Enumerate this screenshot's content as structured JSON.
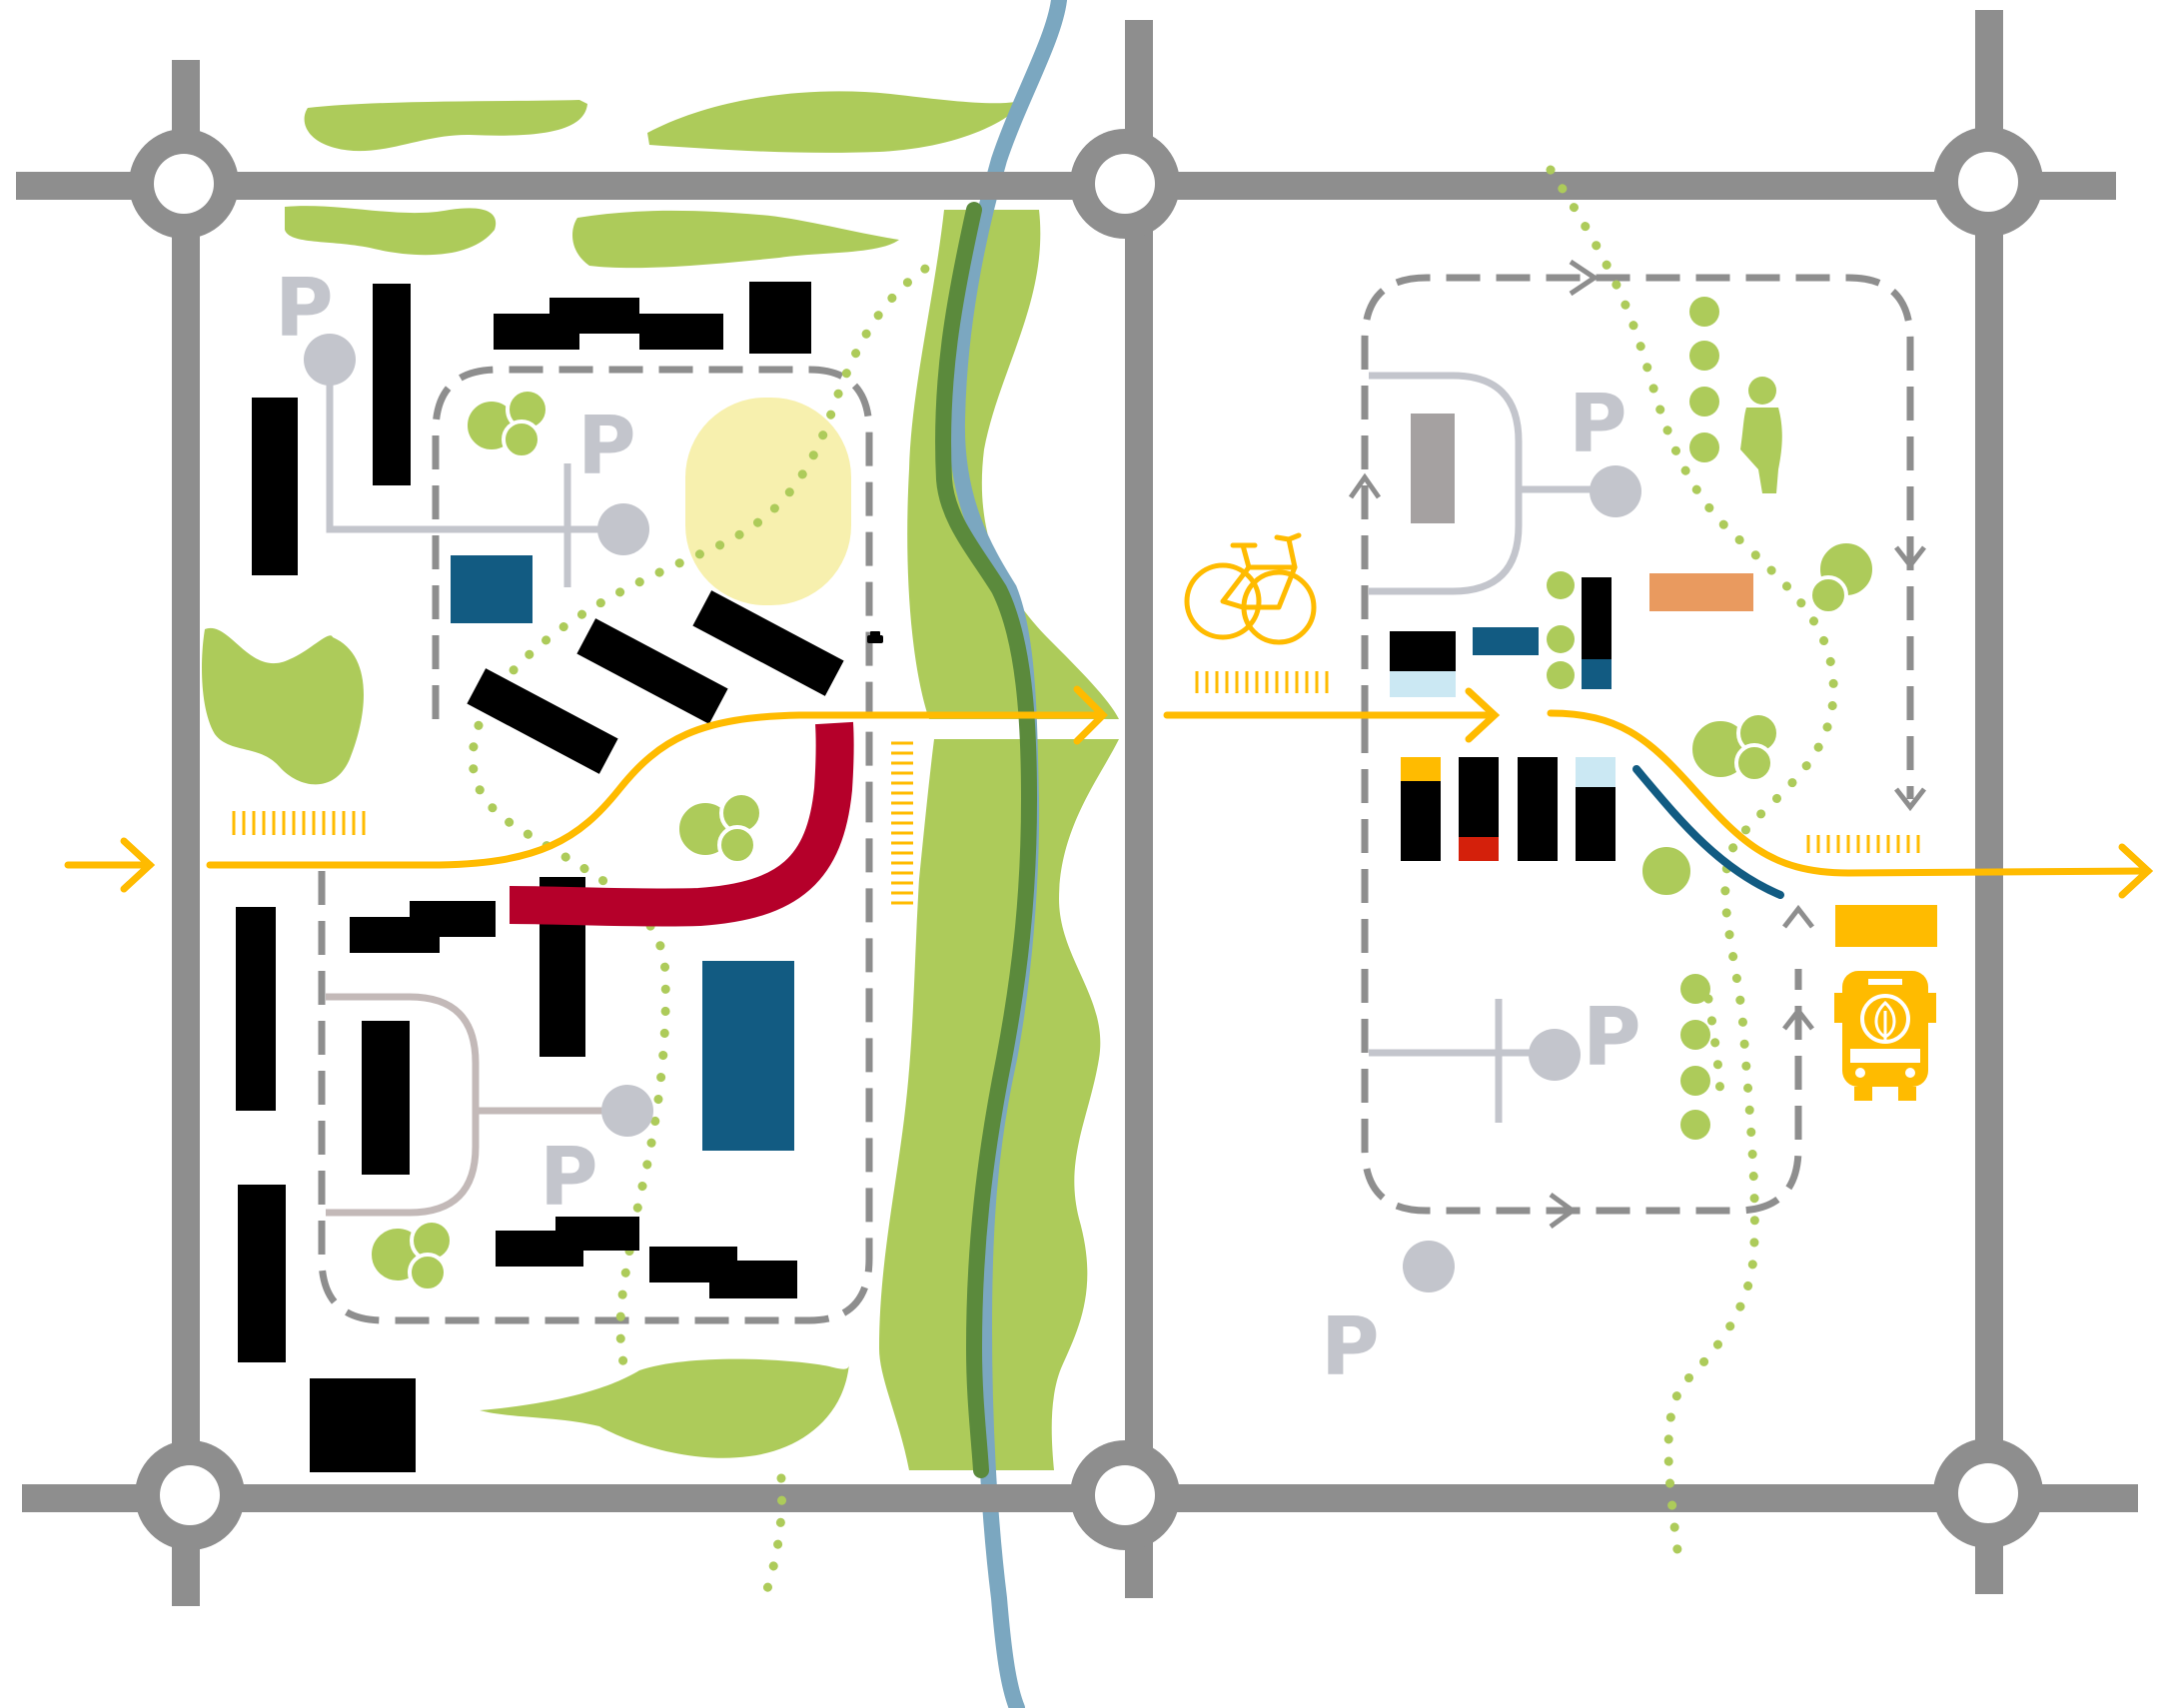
{
  "legend_glyphs": {
    "parking_label": "P"
  },
  "parking_labels": [
    {
      "id": "p1",
      "text": "P"
    },
    {
      "id": "p2",
      "text": "P"
    },
    {
      "id": "p3",
      "text": "P"
    },
    {
      "id": "p4",
      "text": "P"
    },
    {
      "id": "p5",
      "text": "P"
    },
    {
      "id": "p6",
      "text": "P"
    }
  ],
  "icons": {
    "bicycle": "bicycle-icon",
    "bus": "bus-icon",
    "pedestrian": "pedestrian-icon",
    "car": "car-icon"
  },
  "colors": {
    "road": "#8e8e8e",
    "green": "#adcb5a",
    "river": "#7ba7c0",
    "river_dark": "#5b8a3c",
    "transit_yellow": "#ffbb00",
    "red_route": "#b5002a",
    "blue_building": "#125b82",
    "buildings": "#000000",
    "grey_parking": "#c3c5cc",
    "pale_yellow": "#f7f0ae",
    "orange": "#e99a5f",
    "light_blue": "#cbe8f3",
    "red_block": "#d4200b",
    "grey_block": "#a5a1a1",
    "dashed": "#8e8e8e"
  }
}
